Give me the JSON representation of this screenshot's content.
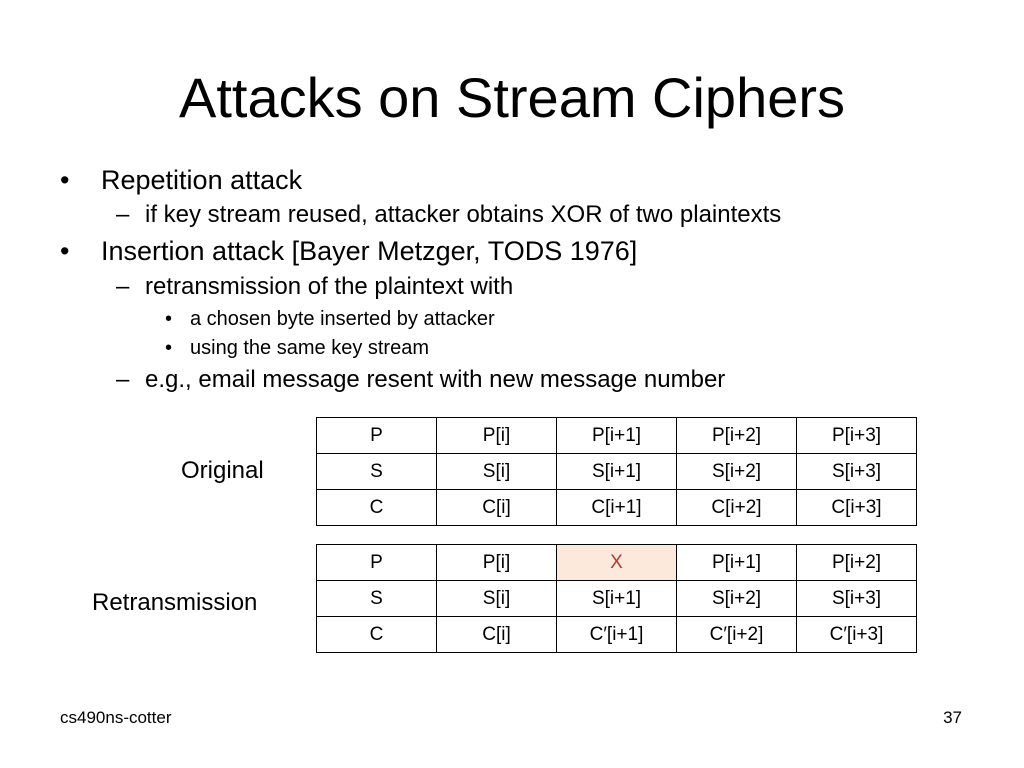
{
  "slide": {
    "title": "Attacks on Stream Ciphers",
    "bullets": {
      "b1": "Repetition attack",
      "b1_sub1": "if key stream reused, attacker obtains XOR of two plaintexts",
      "b2": "Insertion attack [Bayer Metzger, TODS 1976]",
      "b2_sub1": "retransmission of the plaintext with",
      "b2_sub1_a": "a chosen byte inserted by attacker",
      "b2_sub1_b": "using the same key stream",
      "b2_sub2": "e.g., email message resent with new message number"
    },
    "markers": {
      "bullet": "•",
      "dash": "–",
      "small_bullet": "•"
    },
    "original": {
      "label": "Original",
      "rows": [
        [
          "P",
          "P[i]",
          "P[i+1]",
          "P[i+2]",
          "P[i+3]"
        ],
        [
          "S",
          "S[i]",
          "S[i+1]",
          "S[i+2]",
          "S[i+3]"
        ],
        [
          "C",
          "C[i]",
          "C[i+1]",
          "C[i+2]",
          "C[i+3]"
        ]
      ]
    },
    "retransmission": {
      "label": "Retransmission",
      "rows": [
        [
          "P",
          "P[i]",
          "X",
          "P[i+1]",
          "P[i+2]"
        ],
        [
          "S",
          "S[i]",
          "S[i+1]",
          "S[i+2]",
          "S[i+3]"
        ],
        [
          "C",
          "C[i]",
          "C′[i+1]",
          "C′[i+2]",
          "C′[i+3]"
        ]
      ],
      "highlight_color": "#fce9dc",
      "highlight_text_color": "#b03a2e"
    },
    "footer": {
      "left": "cs490ns-cotter",
      "right": "37"
    }
  }
}
